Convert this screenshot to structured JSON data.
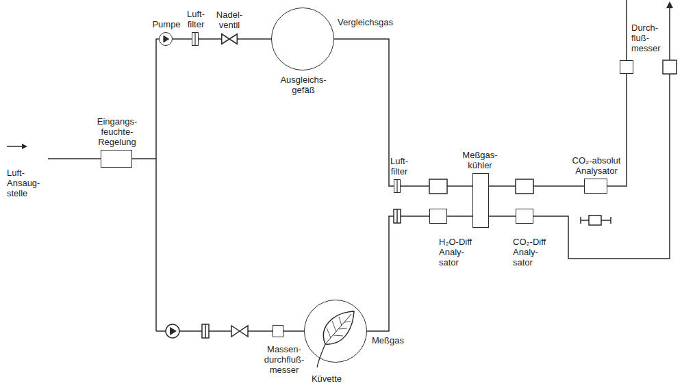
{
  "diagram": {
    "nodes": [
      {
        "text": [
          "Eingangs- feuchte- Regelung"
        ]
      },
      {
        "text": [
          "Pumpe"
        ]
      },
      {
        "text": [
          "Luft- filter"
        ]
      },
      {
        "text": [
          "Nadel- ventil"
        ]
      },
      {
        "text": [
          "Vergleichsgas",
          "Ausgleichs- gefäß"
        ]
      },
      {
        "text": [
          "Massen- durchfluß- messer"
        ]
      },
      {
        "text": [
          "Meßgas",
          "Küvette"
        ]
      },
      {
        "text": [
          "Luft- filter"
        ]
      },
      {
        "text": [
          "Meßgas- kühler"
        ]
      },
      {
        "text": [
          "CO₂-absolut Analysator"
        ]
      },
      {
        "text": [
          "Durch- fluß- messer"
        ]
      },
      {
        "text": [
          "H₂O-Diff Analy- sator"
        ]
      },
      {
        "text": [
          "CO₂-Diff Analy- sator"
        ]
      }
    ],
    "edges": [
      {
        "from": 0,
        "to": 1,
        "arrow": "none"
      },
      {
        "from": 1,
        "to": 2,
        "arrow": "none"
      },
      {
        "from": 2,
        "to": 3,
        "arrow": "none"
      },
      {
        "from": 3,
        "to": 4,
        "arrow": "none"
      },
      {
        "from": 4,
        "to": 7,
        "arrow": "none"
      },
      {
        "from": 5,
        "to": 6,
        "arrow": "none"
      },
      {
        "from": 11,
        "to": 8,
        "arrow": "none"
      },
      {
        "from": 8,
        "to": 12,
        "arrow": "none"
      },
      {
        "from": 9,
        "to": 10,
        "arrow": "none"
      }
    ],
    "labels": [
      "Luft- Ansaug- stelle"
    ]
  }
}
